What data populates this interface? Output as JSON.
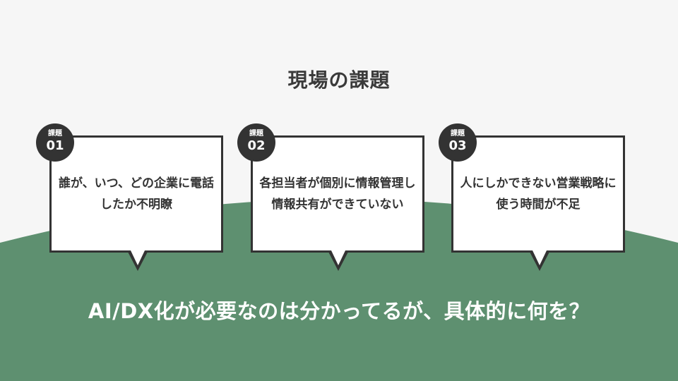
{
  "title": "現場の課題",
  "colors": {
    "background": "#f6f6f6",
    "green": "#5e9070",
    "dark": "#333333",
    "card": "#ffffff"
  },
  "cards": [
    {
      "badge_label": "課題",
      "badge_number": "01",
      "text": "誰が、いつ、どの企業に電話したか不明瞭"
    },
    {
      "badge_label": "課題",
      "badge_number": "02",
      "text": "各担当者が個別に情報管理し情報共有ができていない"
    },
    {
      "badge_label": "課題",
      "badge_number": "03",
      "text": "人にしかできない営業戦略に使う時間が不足"
    }
  ],
  "conclusion": "AI/DX化が必要なのは分かってるが、具体的に何を？"
}
